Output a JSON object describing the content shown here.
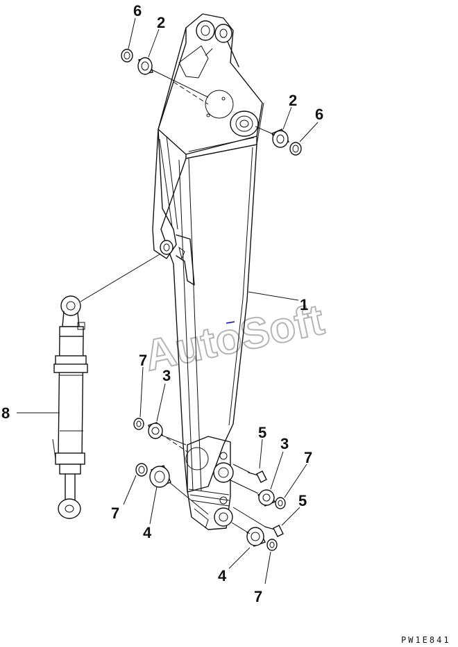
{
  "diagram": {
    "watermark": "AutoSoft",
    "drawing_code": "PW1E841",
    "accent_color": "#0000cc",
    "callouts": {
      "c1": "1",
      "c2a": "2",
      "c2b": "2",
      "c3a": "3",
      "c3b": "3",
      "c4a": "4",
      "c4b": "4",
      "c5a": "5",
      "c5b": "5",
      "c6a": "6",
      "c6b": "6",
      "c7a": "7",
      "c7b": "7",
      "c7c": "7",
      "c7d": "7",
      "c8": "8"
    }
  }
}
